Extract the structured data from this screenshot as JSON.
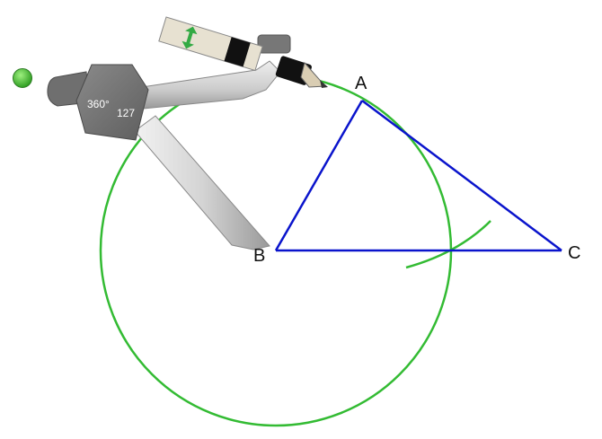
{
  "points": {
    "A": {
      "label": "A"
    },
    "B": {
      "label": "B"
    },
    "C": {
      "label": "C"
    }
  },
  "compass": {
    "angle_readout": "360°",
    "radius_readout": "127",
    "adjust_icon": "double-arrow-icon",
    "handle_icon": "green-dot-handle-icon"
  },
  "colors": {
    "circle": "#33bb33",
    "triangle": "#0a14cc",
    "compass_body": "#777777",
    "compass_arm": "#cfcfcf",
    "handle_dot": "#44cc33",
    "adjust_arrow": "#33aa44"
  }
}
